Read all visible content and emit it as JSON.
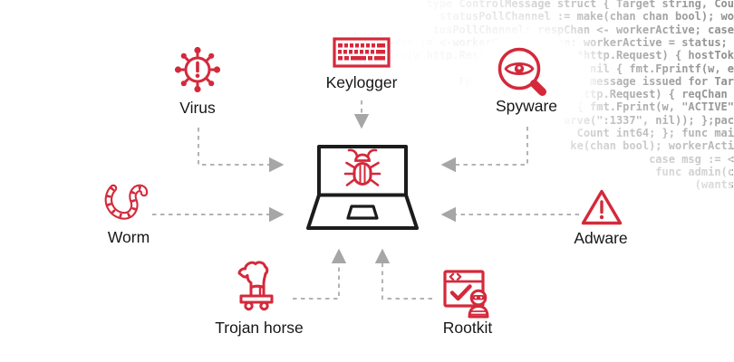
{
  "diagram": {
    "center": {
      "id": "infected-laptop",
      "icon": "laptop-bug-icon"
    },
    "nodes": [
      {
        "id": "virus",
        "label": "Virus",
        "icon": "virus-icon"
      },
      {
        "id": "keylogger",
        "label": "Keylogger",
        "icon": "keyboard-icon"
      },
      {
        "id": "spyware",
        "label": "Spyware",
        "icon": "magnifier-eye-icon"
      },
      {
        "id": "worm",
        "label": "Worm",
        "icon": "worm-icon"
      },
      {
        "id": "adware",
        "label": "Adware",
        "icon": "warning-triangle-icon"
      },
      {
        "id": "trojan-horse",
        "label": "Trojan horse",
        "icon": "trojan-horse-icon"
      },
      {
        "id": "rootkit",
        "label": "Rootkit",
        "icon": "window-hacker-icon"
      }
    ]
  },
  "colors": {
    "accent_red": "#d4293b",
    "outline_black": "#1c1c1e",
    "arrow_gray": "#b3b3b3",
    "code_gray": "#8d8d90",
    "background": "#ffffff"
  },
  "background_code": {
    "lines": [
      "type ControlMessage struct { Target string, Cou",
      "statusPollChannel := make(chan chan bool); wo",
      "tusPollChannel: respChan <- workerActive; case",
      "e status := <-workerCompleteChan: workerActive = status; ",
      "unc(w http.ResponseWriter, r *http.Request) { hostTok",
      ", 64); if err != nil { fmt.Fprintf(w, e",
      "Fprintf(w, \"Control message issued for Tar",
      "r *http.Request) { reqChan ",
      "esult { fmt.Fprint(w, \"ACTIVE\"",
      "erve(\":1337\", nil)); };pac",
      "Count int64; }; func mai",
      "ke(chan bool); workerActi",
      "case msg := <",
      "func admin(c",
      "(wants"
    ]
  }
}
